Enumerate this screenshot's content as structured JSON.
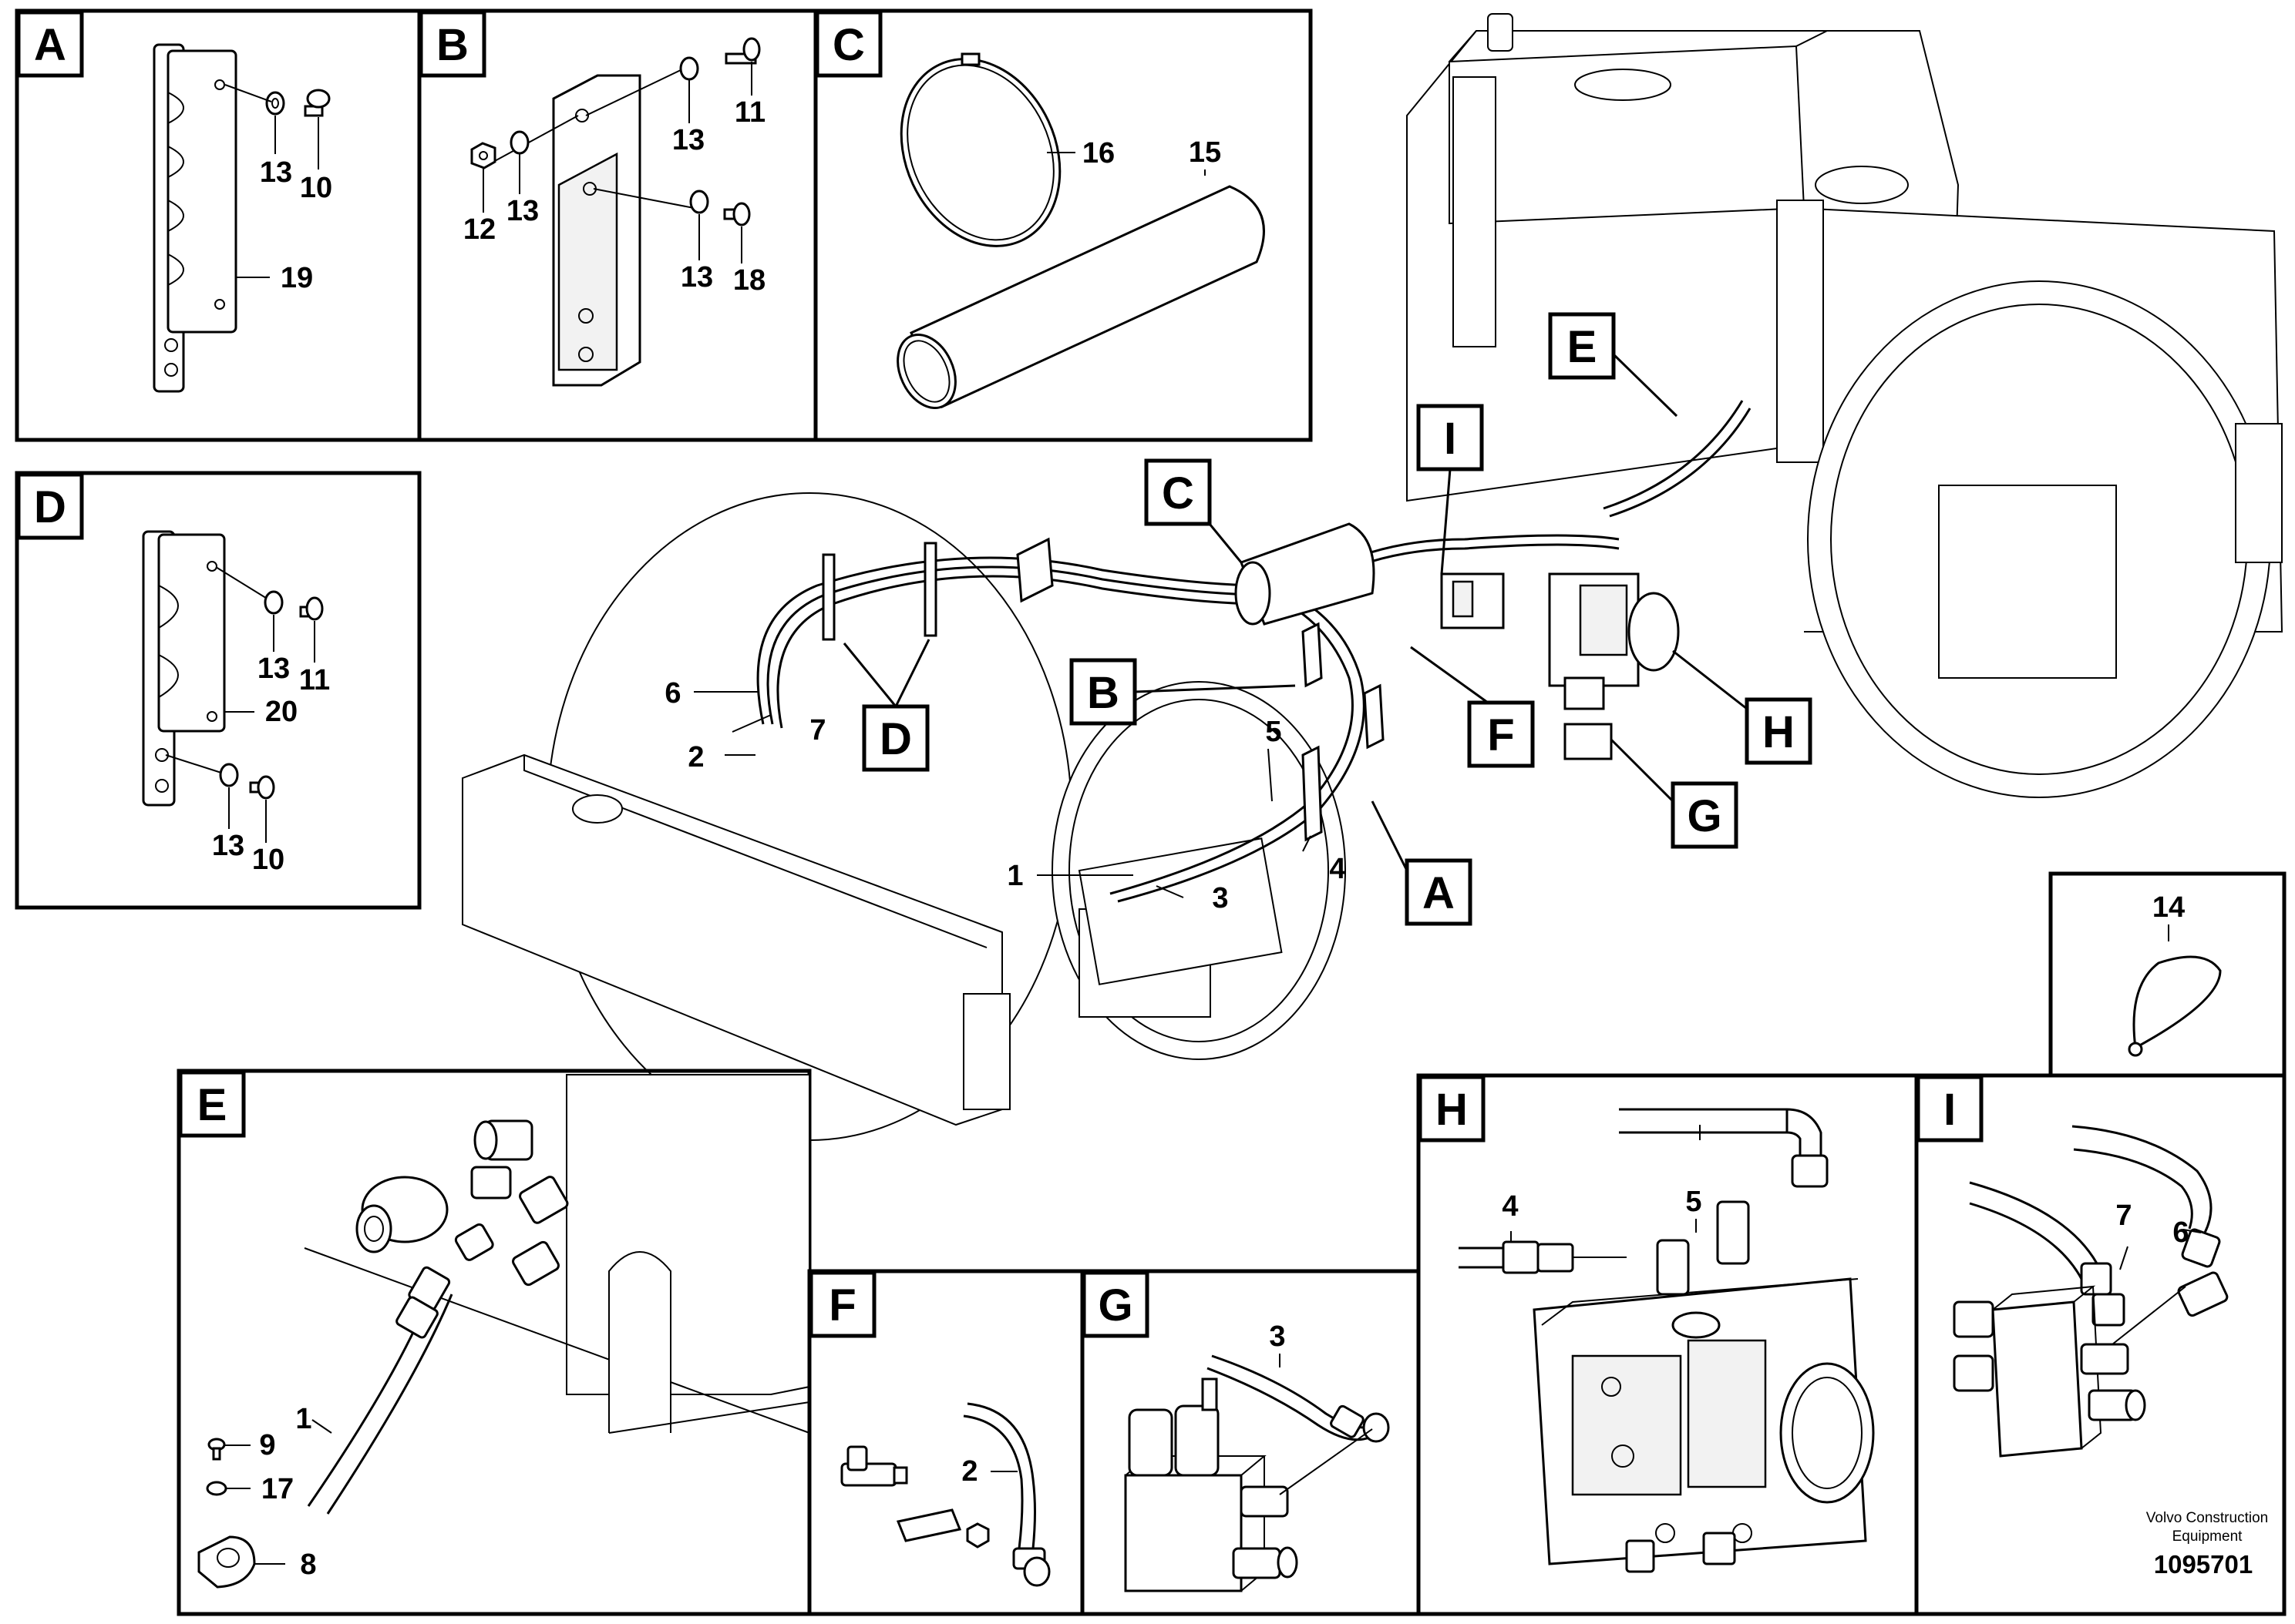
{
  "panels": [
    {
      "id": "A",
      "letter": "A",
      "callouts": [
        "13",
        "10",
        "19"
      ]
    },
    {
      "id": "B",
      "letter": "B",
      "callouts": [
        "13",
        "11",
        "12",
        "13",
        "13",
        "18"
      ]
    },
    {
      "id": "C",
      "letter": "C",
      "callouts": [
        "16",
        "15"
      ]
    },
    {
      "id": "D",
      "letter": "D",
      "callouts": [
        "13",
        "11",
        "20",
        "13",
        "10"
      ]
    },
    {
      "id": "E",
      "letter": "E",
      "callouts": [
        "9",
        "1",
        "17",
        "8"
      ]
    },
    {
      "id": "F",
      "letter": "F",
      "callouts": [
        "2"
      ]
    },
    {
      "id": "G",
      "letter": "G",
      "callouts": [
        "3"
      ]
    },
    {
      "id": "H",
      "letter": "H",
      "callouts": [
        "5",
        "4"
      ]
    },
    {
      "id": "I",
      "letter": "I",
      "callouts": [
        "7",
        "6"
      ]
    },
    {
      "id": "14",
      "letter": "",
      "callouts": [
        "14"
      ]
    }
  ],
  "main_view": {
    "callouts": [
      "6",
      "7",
      "2",
      "1",
      "3",
      "5",
      "4"
    ],
    "section_labels": [
      "C",
      "B",
      "D",
      "I",
      "E",
      "F",
      "G",
      "H",
      "A"
    ]
  },
  "footer": {
    "brand_line1": "Volvo Construction",
    "brand_line2": "Equipment",
    "drawing_number": "1095701"
  }
}
